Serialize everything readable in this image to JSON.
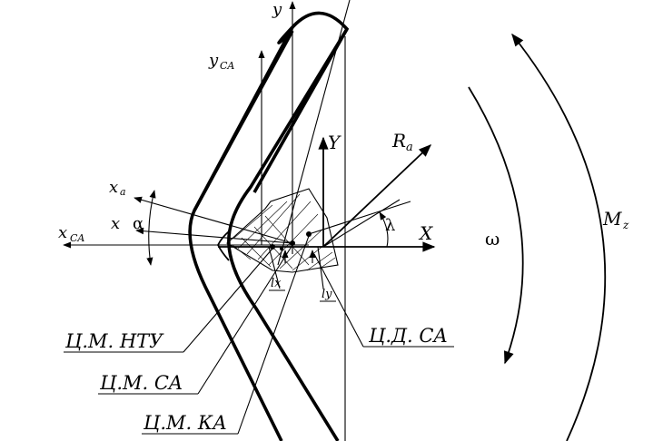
{
  "axes": {
    "y": "y",
    "y_ca": "y",
    "y_ca_sub": "CA",
    "Y": "Y",
    "X": "X",
    "x": "x",
    "x_ca": "x",
    "x_ca_sub": "CA",
    "x_a": "x",
    "x_a_sub": "a"
  },
  "angles": {
    "alpha": "α",
    "lambda": "λ",
    "omega": "ω"
  },
  "forces": {
    "R": "R",
    "R_sub": "a",
    "M": "M",
    "M_sub": "z"
  },
  "offsets": {
    "lx": "lx",
    "ly": "ly"
  },
  "callouts": {
    "cm_ntu": "Ц.М. НТУ",
    "cm_ca": "Ц.М. CA",
    "cm_ka": "Ц.М. КА",
    "cd_ca": "Ц.Д. CA"
  }
}
